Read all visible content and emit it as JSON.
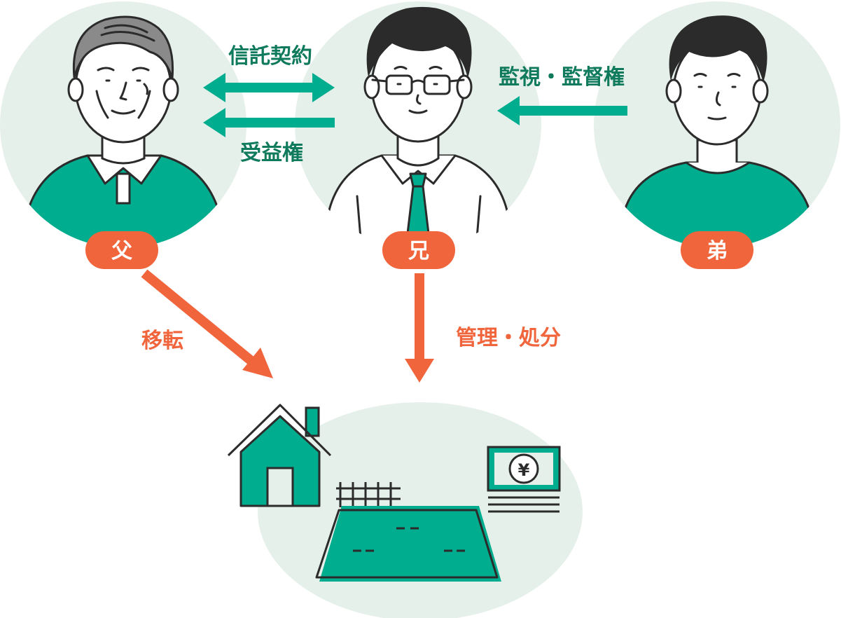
{
  "people": {
    "father": {
      "label": "父"
    },
    "elder_brother": {
      "label": "兄"
    },
    "younger_brother": {
      "label": "弟"
    }
  },
  "relations": {
    "trust_contract": "信託契約",
    "beneficial_right": "受益権",
    "supervision": "監視・監督権",
    "transfer": "移転",
    "management": "管理・処分"
  },
  "assets": {
    "currency_symbol": "¥"
  },
  "colors": {
    "circle_bg": "#e6f0eb",
    "green": "#00ad8e",
    "green_dark": "#0f7a5c",
    "orange": "#f0653c",
    "line": "#2b2b2b"
  }
}
